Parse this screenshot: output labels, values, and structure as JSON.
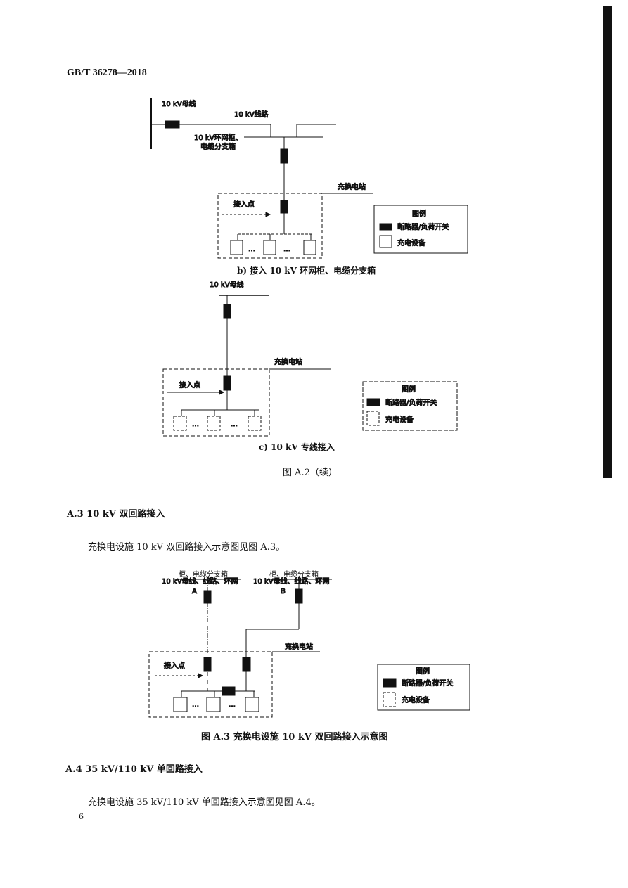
{
  "header": {
    "standard_number": "GB/T 36278—2018"
  },
  "legend": {
    "title": "图例",
    "breaker": "断路器/负荷开关",
    "charger": "充电设备"
  },
  "fig_b": {
    "bus": "10 kV母线",
    "line": "10 kV线路",
    "ring1": "10 kV环网柜、",
    "ring2": "电缆分支箱",
    "station": "充换电站",
    "access_point": "接入点",
    "dots": "…",
    "caption": "b)  接入 10 kV 环网柜、电缆分支箱"
  },
  "fig_c": {
    "bus": "10 kV母线",
    "station": "充换电站",
    "access_point": "接入点",
    "dots": "…",
    "caption": "c)  10 kV 专线接入"
  },
  "fig_a2_caption": "图 A.2（续）",
  "section_a3": {
    "heading": "A.3   10 kV 双回路接入",
    "text": "充换电设施 10 kV 双回路接入示意图见图 A.3。"
  },
  "fig_a3": {
    "src1": "10 kV母线、线路、环网",
    "src2": "柜、电缆分支箱",
    "label_a": "A",
    "label_b": "B",
    "station": "充换电站",
    "access_point": "接入点",
    "dots": "…",
    "caption": "图 A.3   充换电设施 10 kV 双回路接入示意图"
  },
  "section_a4": {
    "heading": "A.4   35 kV/110 kV 单回路接入",
    "text": "充换电设施 35 kV/110 kV 单回路接入示意图见图 A.4。"
  },
  "page_number": "6"
}
